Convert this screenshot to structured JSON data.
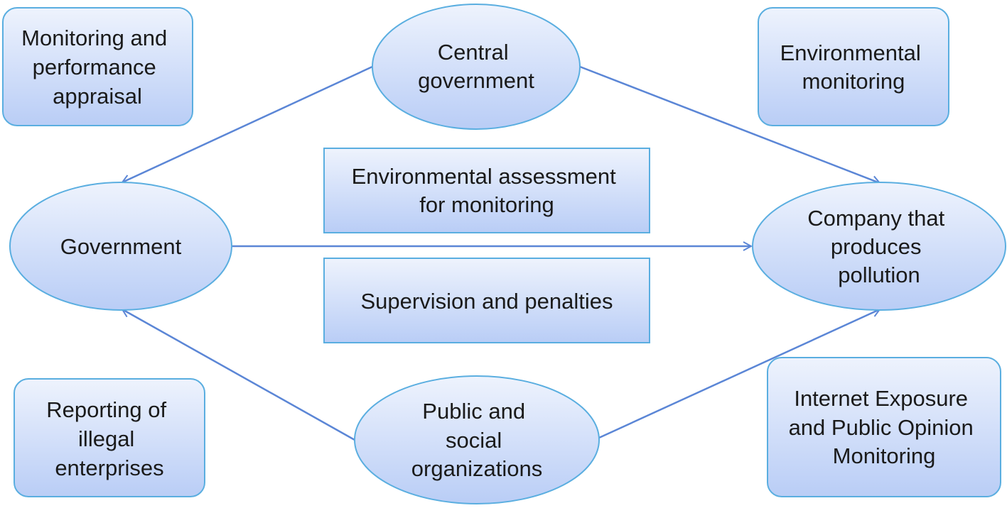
{
  "nodes": {
    "central_government": [
      "Central",
      "government"
    ],
    "government": [
      "Government"
    ],
    "polluting_company": [
      "Company that",
      "produces",
      "pollution"
    ],
    "public_social": [
      "Public and",
      "social",
      "organizations"
    ]
  },
  "labels": {
    "monitoring_appraisal": [
      "Monitoring and",
      "performance",
      "appraisal"
    ],
    "environmental_monitoring": [
      "Environmental",
      "monitoring"
    ],
    "environmental_assessment": [
      "Environmental assessment",
      "for monitoring"
    ],
    "supervision_penalties": [
      "Supervision and penalties"
    ],
    "reporting_illegal": [
      "Reporting of",
      "illegal",
      "enterprises"
    ],
    "internet_exposure": [
      "Internet Exposure",
      "and Public Opinion",
      "Monitoring"
    ]
  },
  "colors": {
    "fill_light": "#eef3fd",
    "fill_dark": "#b9cdf6",
    "border": "#5aaee0",
    "arrow": "#5b86d6",
    "text": "#1a1a1a"
  }
}
